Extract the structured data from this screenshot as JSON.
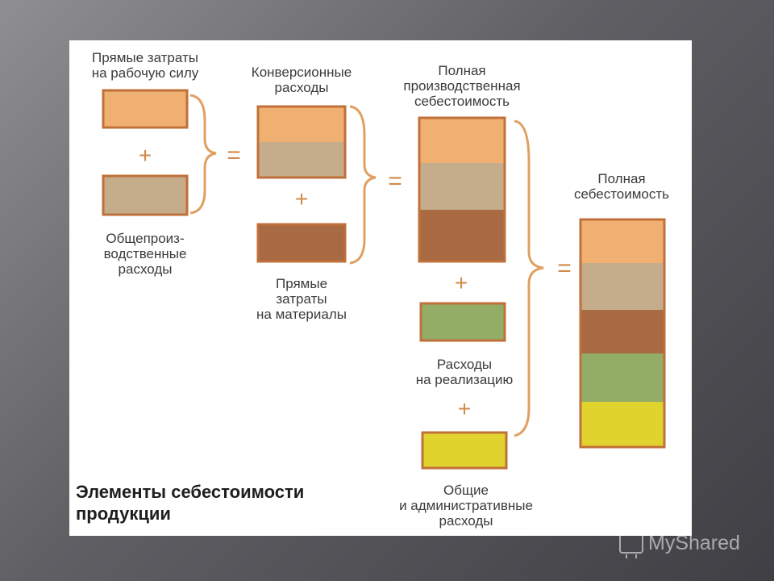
{
  "labels": {
    "direct_labor": [
      "Прямые затраты",
      "на рабочую силу"
    ],
    "overhead": [
      "Общепроиз-",
      "водственные",
      "расходы"
    ],
    "conversion": [
      "Конверсионные",
      "расходы"
    ],
    "materials": [
      "Прямые",
      "затраты",
      "на материалы"
    ],
    "full_production": [
      "Полная",
      "производственная",
      "себестоимость"
    ],
    "selling": [
      "Расходы",
      "на реализацию"
    ],
    "admin": [
      "Общие",
      "и административные",
      "расходы"
    ],
    "full_cost": [
      "Полная",
      "себестоимость"
    ]
  },
  "title": [
    "Элементы себестоимости",
    "продукции"
  ],
  "operators": {
    "plus": "+",
    "equals": "="
  },
  "colors": {
    "labor": "#f0b071",
    "overhead": "#c5ad8c",
    "materials": "#a86a42",
    "selling": "#94ad66",
    "admin": "#e0d32e",
    "outline": "#c0703a",
    "bracket": "#e0a062"
  },
  "watermark": {
    "text": "MyShared",
    "icon": "presentation-board-icon"
  }
}
